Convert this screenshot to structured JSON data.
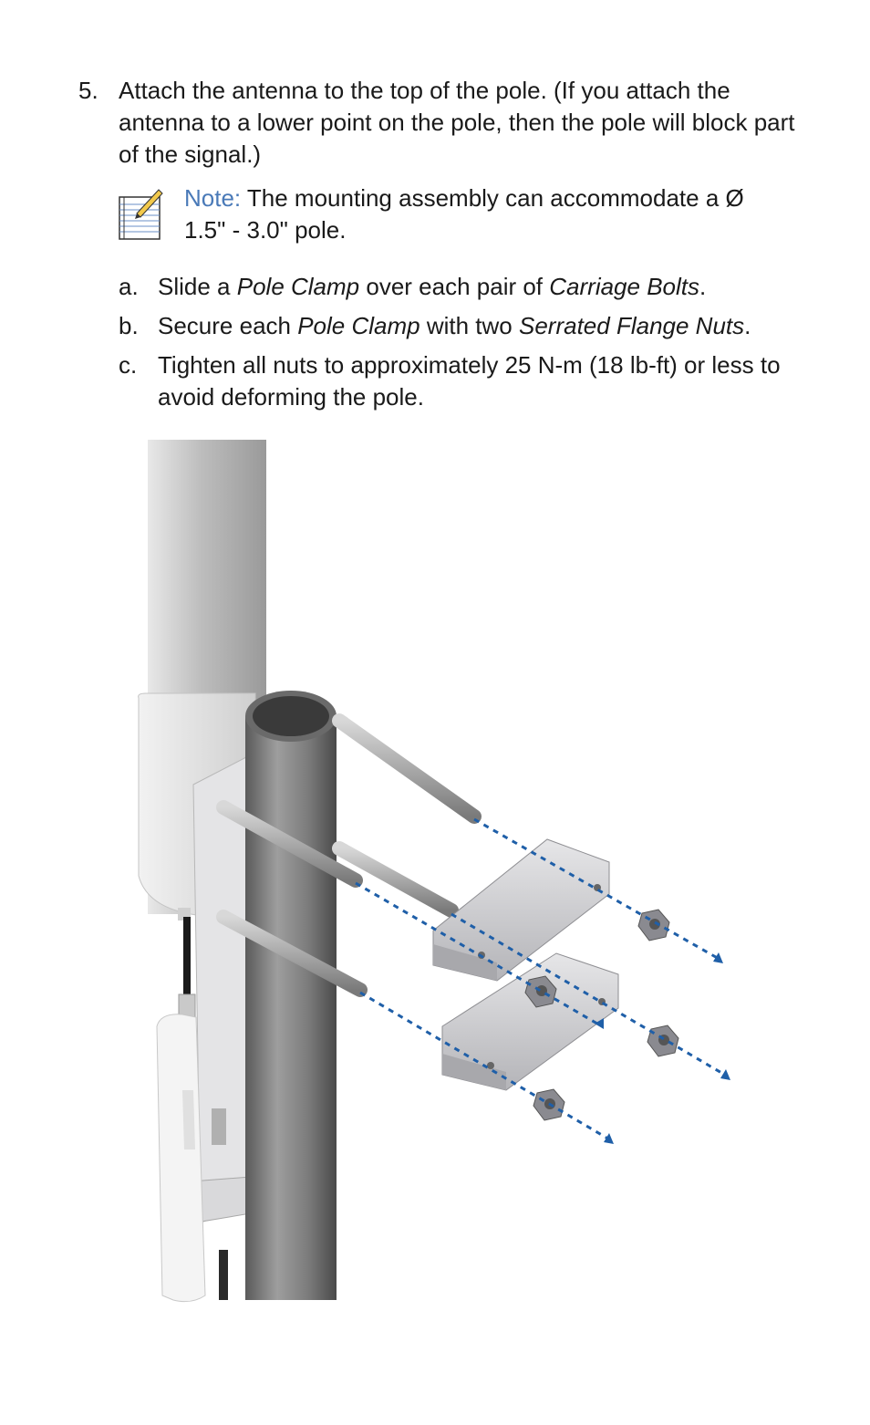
{
  "step": {
    "number": "5.",
    "text": "Attach the antenna to the top of the pole. (If you attach the antenna to a lower point on the pole, then the pole will block part of the signal.)"
  },
  "note": {
    "icon": "notepad-pencil-icon",
    "label": "Note:",
    "text": " The mounting assembly can accommodate a Ø 1.5\" - 3.0\" pole."
  },
  "substeps": [
    {
      "letter": "a.",
      "t1": "Slide a ",
      "e1": "Pole Clamp",
      "t2": " over each pair of ",
      "e2": "Carriage Bolts",
      "t3": "."
    },
    {
      "letter": "b.",
      "t1": "Secure each ",
      "e1": "Pole Clamp",
      "t2": " with two ",
      "e2": "Serrated Flange Nuts",
      "t3": "."
    },
    {
      "letter": "c.",
      "t1": "Tighten all nuts to approximately 25 N-m (18 lb-ft) or less to avoid deforming the pole."
    }
  ],
  "colors": {
    "note_label": "#4a7ab8",
    "arrow": "#1f5fa8",
    "pole": "#7a7a7a",
    "metal": "#d4d4d6"
  }
}
